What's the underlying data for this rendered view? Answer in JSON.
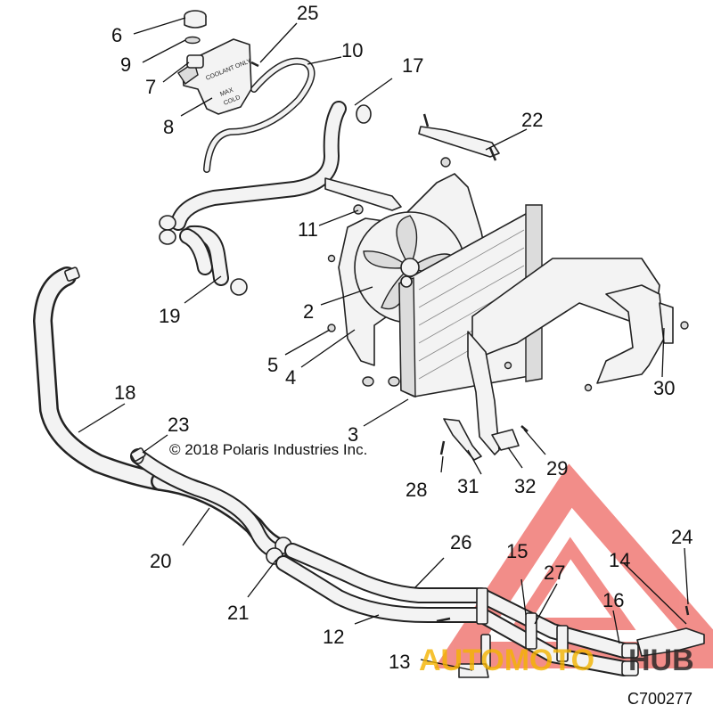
{
  "callouts": [
    {
      "id": "2",
      "label": "2"
    },
    {
      "id": "3",
      "label": "3"
    },
    {
      "id": "4",
      "label": "4"
    },
    {
      "id": "5",
      "label": "5"
    },
    {
      "id": "6",
      "label": "6"
    },
    {
      "id": "7",
      "label": "7"
    },
    {
      "id": "8",
      "label": "8"
    },
    {
      "id": "9",
      "label": "9"
    },
    {
      "id": "10",
      "label": "10"
    },
    {
      "id": "11",
      "label": "11"
    },
    {
      "id": "12",
      "label": "12"
    },
    {
      "id": "13",
      "label": "13"
    },
    {
      "id": "14",
      "label": "14"
    },
    {
      "id": "15",
      "label": "15"
    },
    {
      "id": "16",
      "label": "16"
    },
    {
      "id": "17",
      "label": "17"
    },
    {
      "id": "18",
      "label": "18"
    },
    {
      "id": "19",
      "label": "19"
    },
    {
      "id": "20",
      "label": "20"
    },
    {
      "id": "21",
      "label": "21"
    },
    {
      "id": "22",
      "label": "22"
    },
    {
      "id": "23",
      "label": "23"
    },
    {
      "id": "24",
      "label": "24"
    },
    {
      "id": "25",
      "label": "25"
    },
    {
      "id": "26",
      "label": "26"
    },
    {
      "id": "27",
      "label": "27"
    },
    {
      "id": "28",
      "label": "28"
    },
    {
      "id": "29",
      "label": "29"
    },
    {
      "id": "30",
      "label": "30"
    },
    {
      "id": "31",
      "label": "31"
    },
    {
      "id": "32",
      "label": "32"
    }
  ],
  "tank_labels": {
    "coolant_only": "COOLANT ONLY",
    "max": "MAX",
    "cold": "COLD"
  },
  "copyright": "© 2018 Polaris Industries Inc.",
  "drawing_number": "C700277",
  "watermark": {
    "part1": "AUTOMOTO",
    "part2": "HUB",
    "color": "#e8312a",
    "accent_color": "#f4b400"
  }
}
